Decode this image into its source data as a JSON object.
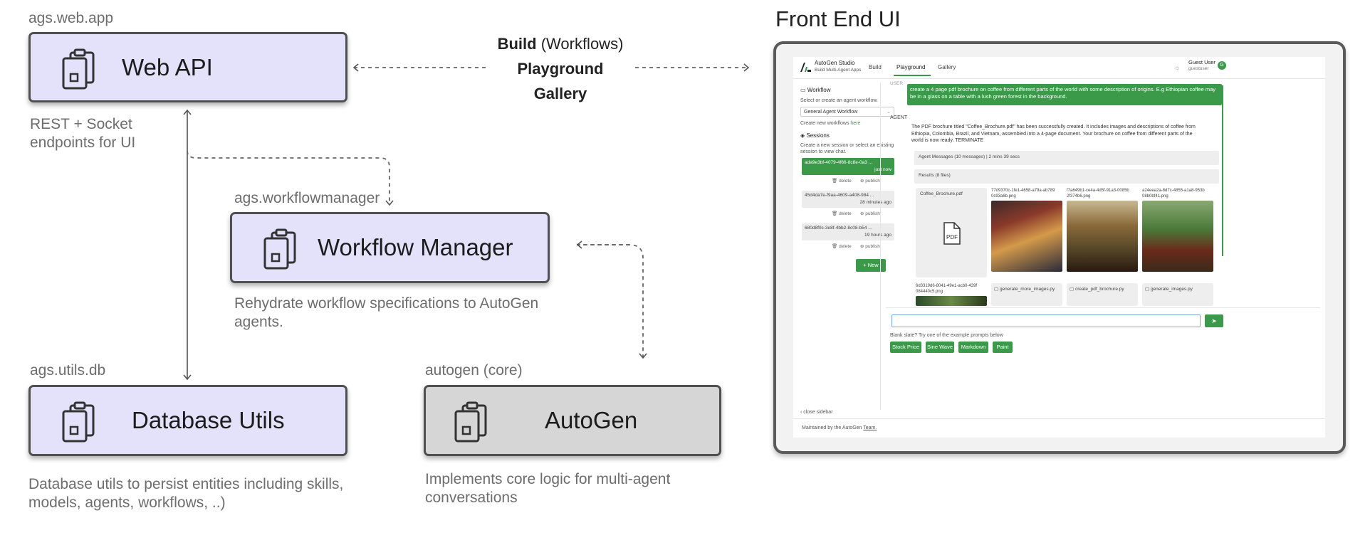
{
  "left": {
    "web_api": {
      "pkg": "ags.web.app",
      "title": "Web API",
      "desc": [
        "REST + Socket",
        "endpoints for UI"
      ]
    },
    "workflow_manager": {
      "pkg": "ags.workflowmanager",
      "title": "Workflow Manager",
      "desc": [
        "Rehydrate workflow specifications to AutoGen",
        "agents."
      ]
    },
    "database_utils": {
      "pkg": "ags.utils.db",
      "title": "Database Utils",
      "desc": [
        "Database utils to persist entities including skills,",
        "models, agents, workflows, ..)"
      ]
    },
    "autogen": {
      "pkg": "autogen (core)",
      "title": "AutoGen",
      "desc": [
        "Implements core logic for multi-agent",
        "conversations"
      ]
    }
  },
  "center_label": {
    "build_bold": "Build",
    "build_rest": " (Workflows)",
    "playground": "Playground",
    "gallery": "Gallery"
  },
  "frontend": {
    "title": "Front End UI",
    "app": {
      "brand": "AutoGen Studio",
      "subtitle": "Build Multi-Agent Apps",
      "tabs": [
        "Build",
        "Playground",
        "Gallery"
      ],
      "user_name": "Guest User",
      "user_id": "guestuser",
      "avatar_letter": "G",
      "sidebar": {
        "workflow_heading": "Workflow",
        "workflow_hint": "Select or create an agent workflow.",
        "workflow_select": "General Agent Workflow",
        "create_prefix": "Create new workflows ",
        "create_link": "here",
        "sessions_heading": "Sessions",
        "sessions_hint": "Create a new session or select an existing session to view chat.",
        "sessions": [
          {
            "id": "ada9e3bf-4079-4f66-8c8e-0a3 ...",
            "time": "just now"
          },
          {
            "id": "45d4da7e-f9aa-4609-a408-984 ...",
            "time": "28 minutes ago"
          },
          {
            "id": "680d8f0c-3e8f-4bb2-8c08-b54 ...",
            "time": "19 hours ago"
          }
        ],
        "delete_label": "delete",
        "publish_label": "publish",
        "new_button": "New",
        "close_sidebar": "close sidebar"
      },
      "chat": {
        "user_tag": "USER",
        "user_message": "create a 4 page pdf brochure on coffee from different parts of the world with some description of origins. E.g Ethiopian coffee may be in a glass on a table with a lush green forest in the background.",
        "agent_tag": "AGENT",
        "agent_message": "The PDF brochure titled \"Coffee_Brochure.pdf\" has been successfully created. It includes images and descriptions of coffee from Ethiopia, Colombia, Brazil, and Vietnam, assembled into a 4-page document. Your brochure on coffee from different parts of the world is now ready. TERMINATE",
        "agent_messages_summary": "Agent Messages (10 messages) | 2 mins 39 secs",
        "results_heading": "Results (8 files)",
        "files": [
          {
            "name": "Coffee_Brochure.pdf"
          },
          {
            "name": "77d9370c-1fe1-4658-a79a-ab789 0c93a6b.png"
          },
          {
            "name": "f7a649b1-ce4a-4d5f-91a3-0085b 2f374b6.png"
          },
          {
            "name": "a24eea2a-8d7c-4855-a1a8-953b 08b0bf41.png"
          },
          {
            "name": "6d3319d6-8041-49e1-acb0-439f 084440c5.png"
          },
          {
            "name": "generate_more_images.py"
          },
          {
            "name": "create_pdf_brochure.py"
          },
          {
            "name": "generate_images.py"
          }
        ],
        "pdf_icon_text": "PDF",
        "input_placeholder": "",
        "prompt_hint": "Blank slate? Try one of the example prompts below",
        "prompts": [
          "Stock Price",
          "Sine Wave",
          "Markdown",
          "Paint"
        ]
      },
      "footer_prefix": "Maintained by the AutoGen ",
      "footer_link": "Team."
    }
  },
  "colors": {
    "box_purple": "#e4e1fb",
    "box_gray": "#d6d6d6",
    "accent_green": "#3a9a4a"
  }
}
